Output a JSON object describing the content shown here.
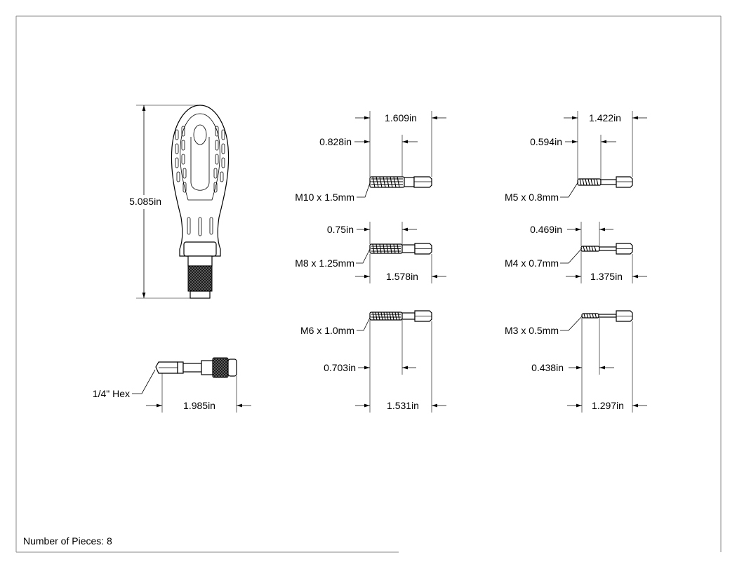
{
  "drawing": {
    "footer": {
      "pieces_label": "Number of Pieces: 8"
    },
    "handle": {
      "height": "5.085in"
    },
    "holder": {
      "label": "1/4\" Hex",
      "length": "1.985in"
    },
    "taps": [
      {
        "id": "m10",
        "size": "M10 x 1.5mm",
        "length": "1.609in",
        "thread": "0.828in"
      },
      {
        "id": "m5",
        "size": "M5 x 0.8mm",
        "length": "1.422in",
        "thread": "0.594in"
      },
      {
        "id": "m8",
        "size": "M8 x 1.25mm",
        "length": "1.578in",
        "thread": "0.75in"
      },
      {
        "id": "m4",
        "size": "M4 x 0.7mm",
        "length": "1.375in",
        "thread": "0.469in"
      },
      {
        "id": "m6",
        "size": "M6 x 1.0mm",
        "length": "1.531in",
        "thread": "0.703in"
      },
      {
        "id": "m3",
        "size": "M3 x 0.5mm",
        "length": "1.297in",
        "thread": "0.438in"
      }
    ]
  }
}
